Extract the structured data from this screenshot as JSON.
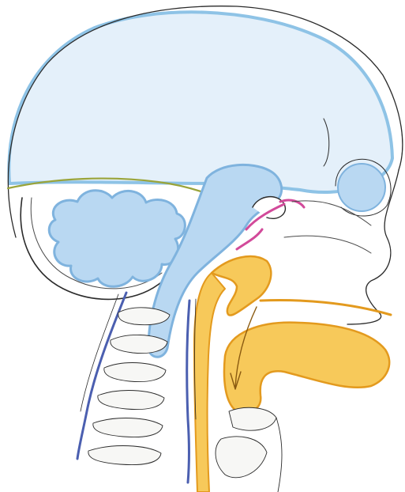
{
  "figure": {
    "kind": "hand-drawn sagittal head and neck sketch",
    "palette": {
      "outline": "#2b2b2b",
      "brain_fill": "#e4f0fa",
      "brain_edge": "#8ec3e6",
      "ventricle_fill": "#b9d8f2",
      "ventricle_edge": "#7fb3de",
      "tentorium": "#9aa43a",
      "orange_fill": "#f7c95a",
      "orange_edge": "#e39a1e",
      "magenta": "#d24a9a",
      "vessel_blue": "#4b5fb0",
      "bone": "#f7f7f5"
    },
    "regions": [
      {
        "name": "cerebrum",
        "color_key": "brain_fill"
      },
      {
        "name": "cerebellum",
        "color_key": "ventricle_fill"
      },
      {
        "name": "brainstem",
        "color_key": "ventricle_fill"
      },
      {
        "name": "sinus",
        "color_key": "ventricle_fill"
      },
      {
        "name": "pharynx-tongue",
        "color_key": "orange_fill"
      },
      {
        "name": "nasal-mucosa",
        "color_key": "magenta"
      },
      {
        "name": "cervical-vessels",
        "color_key": "vessel_blue"
      },
      {
        "name": "vertebrae",
        "color_key": "bone"
      }
    ]
  }
}
